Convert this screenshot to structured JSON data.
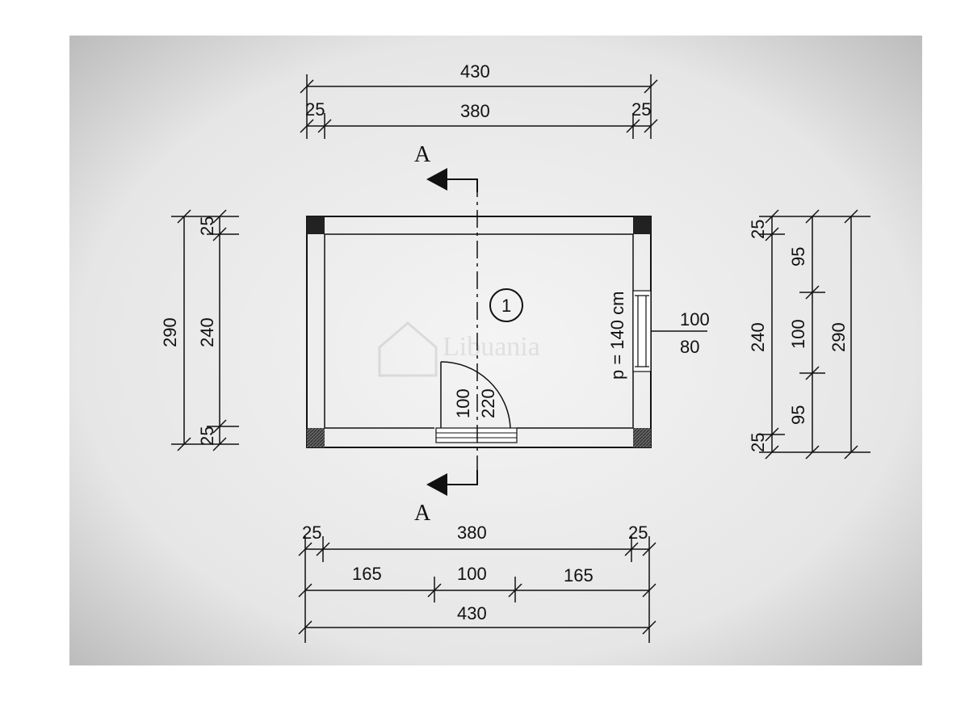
{
  "plan": {
    "section_marker": {
      "top_letter": "A",
      "bottom_letter": "A"
    },
    "room_number": "1",
    "window_sill": "p = 140 cm",
    "window_ratio": {
      "numerator": "100",
      "denominator": "80"
    },
    "door": {
      "width": "100",
      "height": "220"
    },
    "watermark": "Libuania"
  },
  "dimensions": {
    "top": {
      "total": "430",
      "inner": "380",
      "left_wall": "25",
      "right_wall": "25"
    },
    "bottom": {
      "inner": "380",
      "left_wall": "25",
      "right_wall": "25",
      "left_seg": "165",
      "door_seg": "100",
      "right_seg": "165",
      "total": "430"
    },
    "left": {
      "total": "290",
      "inner": "240",
      "top_wall": "25",
      "bottom_wall": "25"
    },
    "right": {
      "total": "290",
      "inner": "240",
      "top_wall": "25",
      "bottom_wall": "25",
      "upper_seg": "95",
      "window_seg": "100",
      "lower_seg": "95"
    }
  }
}
